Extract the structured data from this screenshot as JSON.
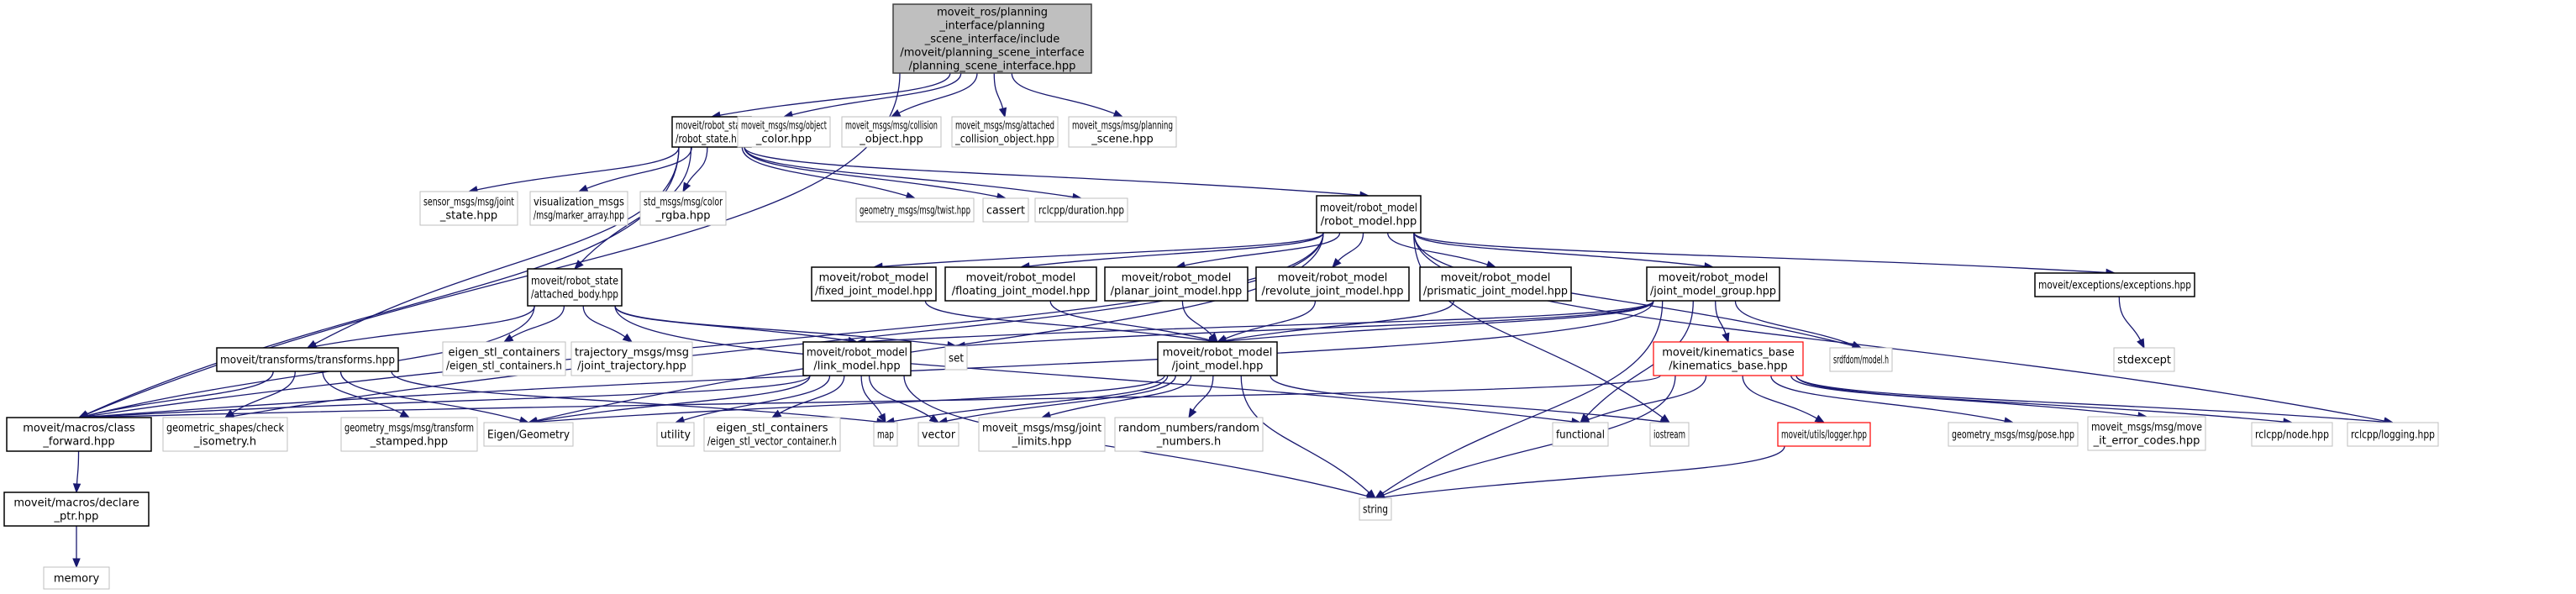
{
  "diagram": {
    "type": "include-dependency-graph",
    "colors": {
      "edge": "#191970",
      "root_fill": "#bfbfbf",
      "root_border": "#404040",
      "documented_border": "#000000",
      "external_border": "#bfbfbf",
      "highlight_border": "#ff0000"
    },
    "nodes": [
      {
        "id": "root",
        "lines": [
          "moveit_ros/planning",
          "_interface/planning",
          "_scene_interface/include",
          "/moveit/planning_scene_interface",
          "/planning_scene_interface.hpp"
        ],
        "style": "root"
      },
      {
        "id": "robot_state",
        "lines": [
          "moveit/robot_state",
          "/robot_state.hpp"
        ],
        "style": "documented"
      },
      {
        "id": "object_color",
        "lines": [
          "moveit_msgs/msg/object",
          "_color.hpp"
        ],
        "style": "external"
      },
      {
        "id": "collision_object",
        "lines": [
          "moveit_msgs/msg/collision",
          "_object.hpp"
        ],
        "style": "external"
      },
      {
        "id": "attached_collision_object",
        "lines": [
          "moveit_msgs/msg/attached",
          "_collision_object.hpp"
        ],
        "style": "external"
      },
      {
        "id": "planning_scene_msg",
        "lines": [
          "moveit_msgs/msg/planning",
          "_scene.hpp"
        ],
        "style": "external"
      },
      {
        "id": "joint_state",
        "lines": [
          "sensor_msgs/msg/joint",
          "_state.hpp"
        ],
        "style": "external"
      },
      {
        "id": "marker_array",
        "lines": [
          "visualization_msgs",
          "/msg/marker_array.hpp"
        ],
        "style": "external"
      },
      {
        "id": "color_rgba",
        "lines": [
          "std_msgs/msg/color",
          "_rgba.hpp"
        ],
        "style": "external"
      },
      {
        "id": "twist",
        "lines": [
          "geometry_msgs/msg/twist.hpp"
        ],
        "style": "external"
      },
      {
        "id": "cassert",
        "lines": [
          "cassert"
        ],
        "style": "external"
      },
      {
        "id": "duration",
        "lines": [
          "rclcpp/duration.hpp"
        ],
        "style": "external"
      },
      {
        "id": "robot_model",
        "lines": [
          "moveit/robot_model",
          "/robot_model.hpp"
        ],
        "style": "documented"
      },
      {
        "id": "attached_body",
        "lines": [
          "moveit/robot_state",
          "/attached_body.hpp"
        ],
        "style": "documented"
      },
      {
        "id": "fixed_joint",
        "lines": [
          "moveit/robot_model",
          "/fixed_joint_model.hpp"
        ],
        "style": "documented"
      },
      {
        "id": "floating_joint",
        "lines": [
          "moveit/robot_model",
          "/floating_joint_model.hpp"
        ],
        "style": "documented"
      },
      {
        "id": "planar_joint",
        "lines": [
          "moveit/robot_model",
          "/planar_joint_model.hpp"
        ],
        "style": "documented"
      },
      {
        "id": "revolute_joint",
        "lines": [
          "moveit/robot_model",
          "/revolute_joint_model.hpp"
        ],
        "style": "documented"
      },
      {
        "id": "prismatic_joint",
        "lines": [
          "moveit/robot_model",
          "/prismatic_joint_model.hpp"
        ],
        "style": "documented"
      },
      {
        "id": "joint_model_group",
        "lines": [
          "moveit/robot_model",
          "/joint_model_group.hpp"
        ],
        "style": "documented"
      },
      {
        "id": "exceptions",
        "lines": [
          "moveit/exceptions/exceptions.hpp"
        ],
        "style": "documented"
      },
      {
        "id": "stdexcept",
        "lines": [
          "stdexcept"
        ],
        "style": "external"
      },
      {
        "id": "transforms",
        "lines": [
          "moveit/transforms/transforms.hpp"
        ],
        "style": "documented"
      },
      {
        "id": "eigen_stl_containers_h",
        "lines": [
          "eigen_stl_containers",
          "/eigen_stl_containers.h"
        ],
        "style": "external"
      },
      {
        "id": "joint_trajectory",
        "lines": [
          "trajectory_msgs/msg",
          "/joint_trajectory.hpp"
        ],
        "style": "external"
      },
      {
        "id": "link_model",
        "lines": [
          "moveit/robot_model",
          "/link_model.hpp"
        ],
        "style": "documented"
      },
      {
        "id": "set",
        "lines": [
          "set"
        ],
        "style": "external"
      },
      {
        "id": "joint_model",
        "lines": [
          "moveit/robot_model",
          "/joint_model.hpp"
        ],
        "style": "documented"
      },
      {
        "id": "kinematics_base",
        "lines": [
          "moveit/kinematics_base",
          "/kinematics_base.hpp"
        ],
        "style": "highlight"
      },
      {
        "id": "srdf_model",
        "lines": [
          "srdfdom/model.h"
        ],
        "style": "external"
      },
      {
        "id": "class_forward",
        "lines": [
          "moveit/macros/class",
          "_forward.hpp"
        ],
        "style": "documented"
      },
      {
        "id": "check_isometry",
        "lines": [
          "geometric_shapes/check",
          "_isometry.h"
        ],
        "style": "external"
      },
      {
        "id": "transform_stamped",
        "lines": [
          "geometry_msgs/msg/transform",
          "_stamped.hpp"
        ],
        "style": "external"
      },
      {
        "id": "eigen_geometry",
        "lines": [
          "Eigen/Geometry"
        ],
        "style": "external"
      },
      {
        "id": "utility",
        "lines": [
          "utility"
        ],
        "style": "external"
      },
      {
        "id": "eigen_vector_container",
        "lines": [
          "eigen_stl_containers",
          "/eigen_stl_vector_container.h"
        ],
        "style": "external"
      },
      {
        "id": "map",
        "lines": [
          "map"
        ],
        "style": "external"
      },
      {
        "id": "vector",
        "lines": [
          "vector"
        ],
        "style": "external"
      },
      {
        "id": "joint_limits",
        "lines": [
          "moveit_msgs/msg/joint",
          "_limits.hpp"
        ],
        "style": "external"
      },
      {
        "id": "random_numbers",
        "lines": [
          "random_numbers/random",
          "_numbers.h"
        ],
        "style": "external"
      },
      {
        "id": "functional",
        "lines": [
          "functional"
        ],
        "style": "external"
      },
      {
        "id": "iostream",
        "lines": [
          "iostream"
        ],
        "style": "external"
      },
      {
        "id": "logger",
        "lines": [
          "moveit/utils/logger.hpp"
        ],
        "style": "highlight"
      },
      {
        "id": "pose",
        "lines": [
          "geometry_msgs/msg/pose.hpp"
        ],
        "style": "external"
      },
      {
        "id": "move_it_error_codes",
        "lines": [
          "moveit_msgs/msg/move",
          "_it_error_codes.hpp"
        ],
        "style": "external"
      },
      {
        "id": "node",
        "lines": [
          "rclcpp/node.hpp"
        ],
        "style": "external"
      },
      {
        "id": "logging",
        "lines": [
          "rclcpp/logging.hpp"
        ],
        "style": "external"
      },
      {
        "id": "declare_ptr",
        "lines": [
          "moveit/macros/declare",
          "_ptr.hpp"
        ],
        "style": "documented"
      },
      {
        "id": "memory",
        "lines": [
          "memory"
        ],
        "style": "external"
      },
      {
        "id": "string",
        "lines": [
          "string"
        ],
        "style": "external"
      }
    ],
    "edges": [
      [
        "root",
        "robot_state"
      ],
      [
        "root",
        "object_color"
      ],
      [
        "root",
        "collision_object"
      ],
      [
        "root",
        "attached_collision_object"
      ],
      [
        "root",
        "planning_scene_msg"
      ],
      [
        "root",
        "class_forward"
      ],
      [
        "robot_state",
        "joint_state"
      ],
      [
        "robot_state",
        "marker_array"
      ],
      [
        "robot_state",
        "color_rgba"
      ],
      [
        "robot_state",
        "twist"
      ],
      [
        "robot_state",
        "cassert"
      ],
      [
        "robot_state",
        "duration"
      ],
      [
        "robot_state",
        "robot_model"
      ],
      [
        "robot_state",
        "attached_body"
      ],
      [
        "robot_state",
        "transforms"
      ],
      [
        "robot_state",
        "class_forward"
      ],
      [
        "robot_model",
        "fixed_joint"
      ],
      [
        "robot_model",
        "floating_joint"
      ],
      [
        "robot_model",
        "planar_joint"
      ],
      [
        "robot_model",
        "revolute_joint"
      ],
      [
        "robot_model",
        "prismatic_joint"
      ],
      [
        "robot_model",
        "joint_model_group"
      ],
      [
        "robot_model",
        "exceptions"
      ],
      [
        "robot_model",
        "srdf_model"
      ],
      [
        "robot_model",
        "eigen_geometry"
      ],
      [
        "robot_model",
        "iostream"
      ],
      [
        "robot_model",
        "logging"
      ],
      [
        "robot_model",
        "class_forward"
      ],
      [
        "robot_model",
        "check_isometry"
      ],
      [
        "exceptions",
        "stdexcept"
      ],
      [
        "attached_body",
        "transforms"
      ],
      [
        "attached_body",
        "eigen_stl_containers_h"
      ],
      [
        "attached_body",
        "joint_trajectory"
      ],
      [
        "attached_body",
        "link_model"
      ],
      [
        "attached_body",
        "set"
      ],
      [
        "attached_body",
        "functional"
      ],
      [
        "attached_body",
        "class_forward"
      ],
      [
        "fixed_joint",
        "joint_model"
      ],
      [
        "floating_joint",
        "joint_model"
      ],
      [
        "planar_joint",
        "joint_model"
      ],
      [
        "revolute_joint",
        "joint_model"
      ],
      [
        "prismatic_joint",
        "joint_model"
      ],
      [
        "joint_model_group",
        "joint_model"
      ],
      [
        "joint_model_group",
        "link_model"
      ],
      [
        "joint_model_group",
        "set"
      ],
      [
        "joint_model_group",
        "kinematics_base"
      ],
      [
        "joint_model_group",
        "srdf_model"
      ],
      [
        "joint_model_group",
        "functional"
      ],
      [
        "joint_model_group",
        "string"
      ],
      [
        "joint_model_group",
        "class_forward"
      ],
      [
        "transforms",
        "class_forward"
      ],
      [
        "transforms",
        "check_isometry"
      ],
      [
        "transforms",
        "transform_stamped"
      ],
      [
        "transforms",
        "eigen_geometry"
      ],
      [
        "transforms",
        "map"
      ],
      [
        "link_model",
        "class_forward"
      ],
      [
        "link_model",
        "eigen_geometry"
      ],
      [
        "link_model",
        "utility"
      ],
      [
        "link_model",
        "eigen_vector_container"
      ],
      [
        "link_model",
        "map"
      ],
      [
        "link_model",
        "vector"
      ],
      [
        "link_model",
        "string"
      ],
      [
        "joint_model",
        "map"
      ],
      [
        "joint_model",
        "vector"
      ],
      [
        "joint_model",
        "joint_limits"
      ],
      [
        "joint_model",
        "random_numbers"
      ],
      [
        "joint_model",
        "iostream"
      ],
      [
        "joint_model",
        "eigen_geometry"
      ],
      [
        "joint_model",
        "string"
      ],
      [
        "kinematics_base",
        "functional"
      ],
      [
        "kinematics_base",
        "logger"
      ],
      [
        "kinematics_base",
        "pose"
      ],
      [
        "kinematics_base",
        "move_it_error_codes"
      ],
      [
        "kinematics_base",
        "node"
      ],
      [
        "kinematics_base",
        "logging"
      ],
      [
        "kinematics_base",
        "string"
      ],
      [
        "kinematics_base",
        "class_forward"
      ],
      [
        "logger",
        "string"
      ],
      [
        "class_forward",
        "declare_ptr"
      ],
      [
        "declare_ptr",
        "memory"
      ]
    ]
  }
}
